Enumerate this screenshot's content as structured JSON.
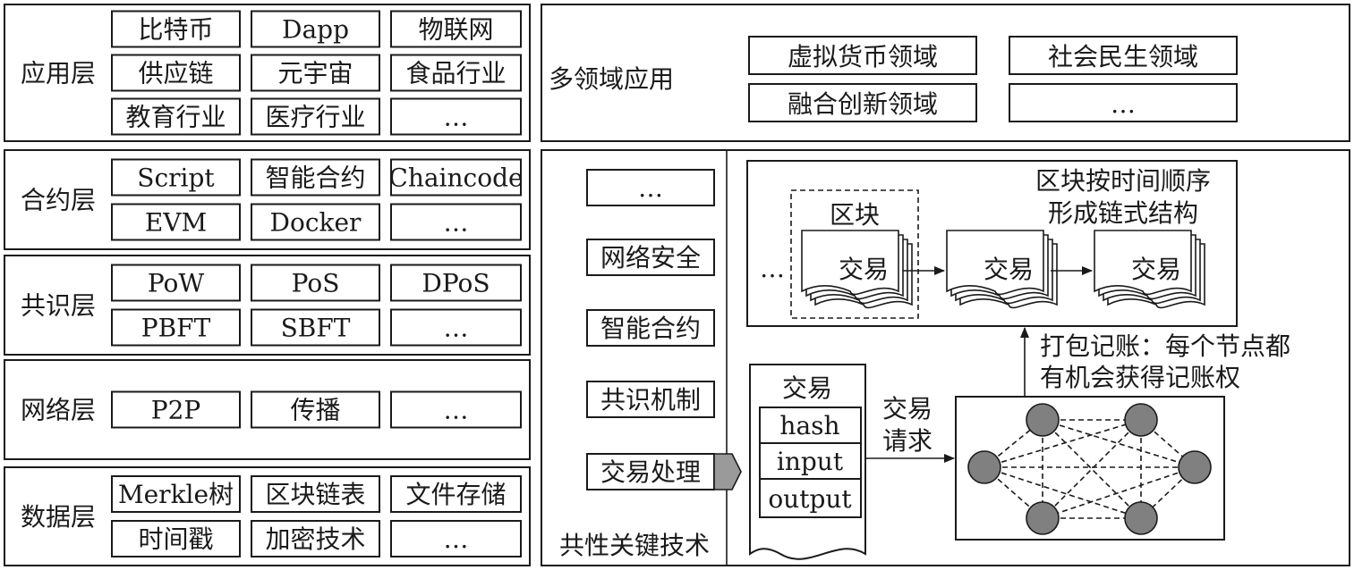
{
  "layers": [
    {
      "name": "应用层",
      "rows": [
        [
          "比特币",
          "Dapp",
          "物联网"
        ],
        [
          "供应链",
          "元宇宙",
          "食品行业"
        ],
        [
          "教育行业",
          "医疗行业",
          "…"
        ]
      ]
    },
    {
      "name": "合约层",
      "rows": [
        [
          "Script",
          "智能合约",
          "Chaincode"
        ],
        [
          "EVM",
          "Docker",
          "…"
        ]
      ]
    },
    {
      "name": "共识层",
      "rows": [
        [
          "PoW",
          "PoS",
          "DPoS"
        ],
        [
          "PBFT",
          "SBFT",
          "…"
        ]
      ]
    },
    {
      "name": "网络层",
      "rows": [
        [
          "P2P",
          "传播",
          "…"
        ]
      ]
    },
    {
      "name": "数据层",
      "rows": [
        [
          "Merkle树",
          "区块链表",
          "文件存储"
        ],
        [
          "时间戳",
          "加密技术",
          "…"
        ]
      ]
    }
  ],
  "multi_domain": {
    "title": "多领域应用",
    "items": [
      "虚拟货币领域",
      "社会民生领域",
      "融合创新领域",
      "…"
    ]
  },
  "common_tech": {
    "title": "共性关键技术",
    "items": [
      "…",
      "网络安全",
      "智能合约",
      "共识机制",
      "交易处理"
    ]
  },
  "chain": {
    "note_line1": "区块按时间顺序",
    "note_line2": "形成链式结构",
    "block_label": "区块",
    "ellipsis": "…",
    "tx_label": "交易"
  },
  "transaction": {
    "title": "交易",
    "fields": [
      "hash",
      "input",
      "output"
    ]
  },
  "request": {
    "line1": "交易",
    "line2": "请求"
  },
  "packing": {
    "line1": "打包记账：每个节点都",
    "line2": "有机会获得记账权"
  },
  "colors": {
    "line": "#1a1a1a",
    "node": "#808080",
    "arrow_tab": "#9a9a9a"
  }
}
